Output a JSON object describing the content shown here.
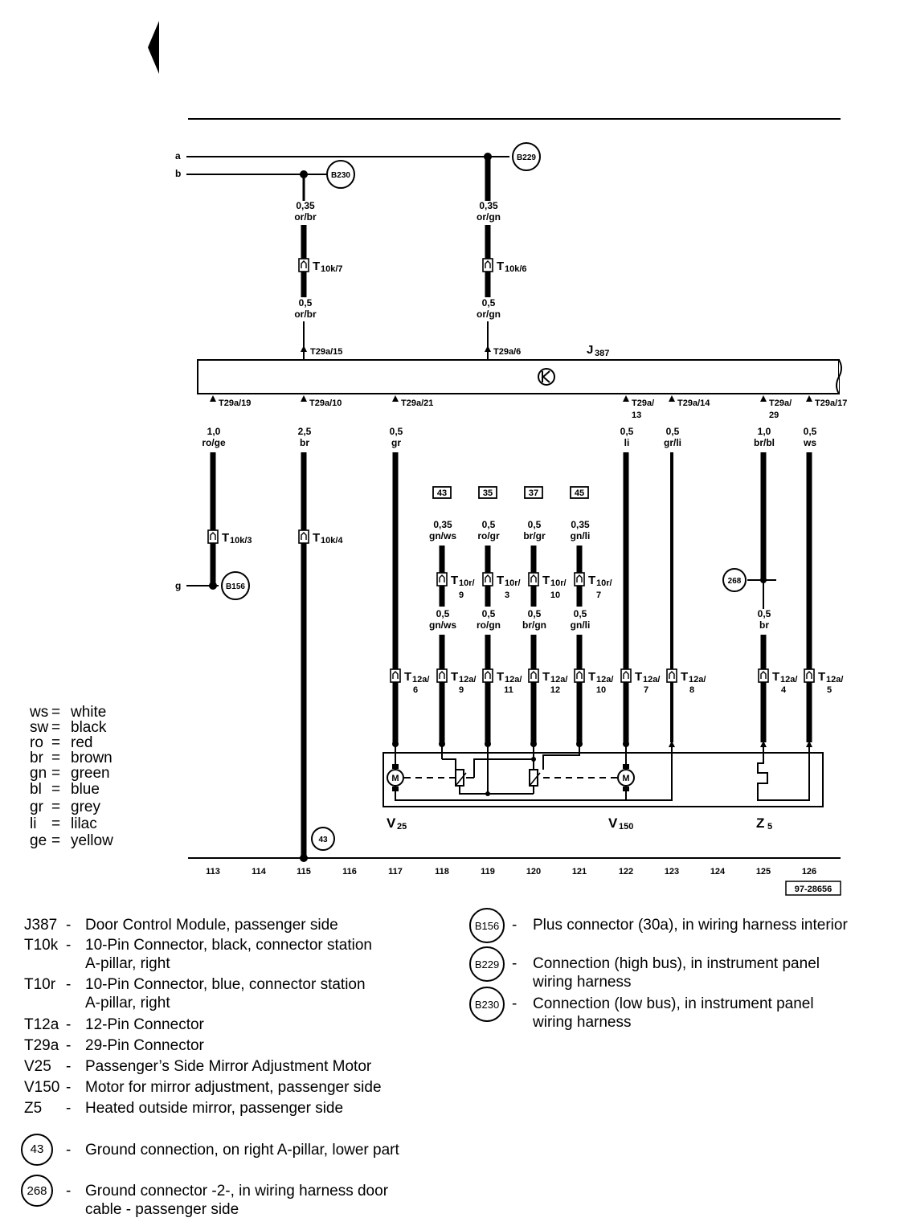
{
  "bus_labels": {
    "a": "a",
    "b": "b",
    "g": "g"
  },
  "circle_labels": {
    "b229": "B229",
    "b230": "B230",
    "b156": "B156",
    "g268": "268",
    "g43": "43"
  },
  "module": {
    "name": "J",
    "sub": "387"
  },
  "top_wires": {
    "w1_upper": [
      "0,35",
      "or/br"
    ],
    "w1_conn": "T",
    "w1_conn_sub": "10k/7",
    "w1_lower": [
      "0,5",
      "or/br"
    ],
    "w1_pin": "T29a/15",
    "w2_upper": [
      "0,35",
      "or/gn"
    ],
    "w2_conn": "T",
    "w2_conn_sub": "10k/6",
    "w2_lower": [
      "0,5",
      "or/gn"
    ],
    "w2_pin": "T29a/6"
  },
  "bottom_wires": [
    {
      "pin": "T29a/19",
      "size": "1,0",
      "color": "ro/ge"
    },
    {
      "pin": "T29a/10",
      "size": "2,5",
      "color": "br"
    },
    {
      "pin": "T29a/21",
      "size": "0,5",
      "color": "gr"
    },
    {
      "pin": "T29a/",
      "pin2": "13",
      "size": "0,5",
      "color": "li"
    },
    {
      "pin": "T29a/14",
      "size": "0,5",
      "color": "gr/li"
    },
    {
      "pin": "T29a/",
      "pin2": "29",
      "size": "1,0",
      "color": "br/bl"
    },
    {
      "pin": "T29a/17",
      "size": "0,5",
      "color": "ws"
    }
  ],
  "t10k_lower": [
    {
      "conn": "T",
      "sub": "10k/3"
    },
    {
      "conn": "T",
      "sub": "10k/4"
    }
  ],
  "refs": [
    "43",
    "35",
    "37",
    "45"
  ],
  "mid_wires": [
    {
      "top": [
        "0,35",
        "gn/ws"
      ],
      "conn": "T",
      "sub": "10r/",
      "pin": "9",
      "bot": [
        "0,5",
        "gn/ws"
      ]
    },
    {
      "top": [
        "0,5",
        "ro/gr"
      ],
      "conn": "T",
      "sub": "10r/",
      "pin": "3",
      "bot": [
        "0,5",
        "ro/gn"
      ]
    },
    {
      "top": [
        "0,5",
        "br/gr"
      ],
      "conn": "T",
      "sub": "10r/",
      "pin": "10",
      "bot": [
        "0,5",
        "br/gn"
      ]
    },
    {
      "top": [
        "0,35",
        "gn/li"
      ],
      "conn": "T",
      "sub": "10r/",
      "pin": "7",
      "bot": [
        "0,5",
        "gn/li"
      ]
    }
  ],
  "wire_268": [
    "0,5",
    "br"
  ],
  "t12a": [
    {
      "conn": "T",
      "sub": "12a/",
      "pin": "6"
    },
    {
      "conn": "T",
      "sub": "12a/",
      "pin": "9"
    },
    {
      "conn": "T",
      "sub": "12a/",
      "pin": "11"
    },
    {
      "conn": "T",
      "sub": "12a/",
      "pin": "12"
    },
    {
      "conn": "T",
      "sub": "12a/",
      "pin": "10"
    },
    {
      "conn": "T",
      "sub": "12a/",
      "pin": "7"
    },
    {
      "conn": "T",
      "sub": "12a/",
      "pin": "8"
    },
    {
      "conn": "T",
      "sub": "12a/",
      "pin": "4"
    },
    {
      "conn": "T",
      "sub": "12a/",
      "pin": "5"
    }
  ],
  "motor_symbol": "M",
  "components": [
    {
      "name": "V",
      "sub": "25"
    },
    {
      "name": "V",
      "sub": "150"
    },
    {
      "name": "Z",
      "sub": "5"
    }
  ],
  "columns": [
    "113",
    "114",
    "115",
    "116",
    "117",
    "118",
    "119",
    "120",
    "121",
    "122",
    "123",
    "124",
    "125",
    "126"
  ],
  "drawing_number": "97-28656",
  "color_legend": [
    {
      "abbr": "ws",
      "meaning": "white"
    },
    {
      "abbr": "sw",
      "meaning": "black"
    },
    {
      "abbr": "ro",
      "meaning": "red"
    },
    {
      "abbr": "br",
      "meaning": "brown"
    },
    {
      "abbr": "gn",
      "meaning": "green"
    },
    {
      "abbr": "bl",
      "meaning": "blue"
    },
    {
      "abbr": "gr",
      "meaning": "grey"
    },
    {
      "abbr": "li",
      "meaning": "lilac"
    },
    {
      "abbr": "ge",
      "meaning": "yellow"
    }
  ],
  "key_left": [
    {
      "code": "J387",
      "lines": [
        "Door Control Module, passenger side"
      ]
    },
    {
      "code": "T10k",
      "lines": [
        "10-Pin Connector, black, connector station",
        "A-pillar, right"
      ]
    },
    {
      "code": "T10r",
      "lines": [
        "10-Pin Connector, blue, connector station",
        "A-pillar, right"
      ]
    },
    {
      "code": "T12a",
      "lines": [
        "12-Pin Connector"
      ]
    },
    {
      "code": "T29a",
      "lines": [
        "29-Pin Connector"
      ]
    },
    {
      "code": "V25",
      "lines": [
        "Passenger’s Side Mirror Adjustment Motor"
      ]
    },
    {
      "code": "V150",
      "lines": [
        "Motor for mirror adjustment, passenger side"
      ]
    },
    {
      "code": "Z5",
      "lines": [
        "Heated outside mirror, passenger side"
      ]
    }
  ],
  "key_circles": [
    {
      "code": "43",
      "lines": [
        "Ground connection, on right A-pillar, lower part"
      ]
    },
    {
      "code": "268",
      "lines": [
        "Ground connector -2-, in wiring harness door",
        "cable - passenger side"
      ]
    }
  ],
  "key_right": [
    {
      "code": "B156",
      "lines": [
        "Plus connector (30a), in wiring harness interior"
      ]
    },
    {
      "code": "B229",
      "lines": [
        "Connection (high bus), in instrument panel",
        "wiring harness"
      ]
    },
    {
      "code": "B230",
      "lines": [
        "Connection (low bus), in instrument panel",
        "wiring harness"
      ]
    }
  ],
  "dash": "-"
}
